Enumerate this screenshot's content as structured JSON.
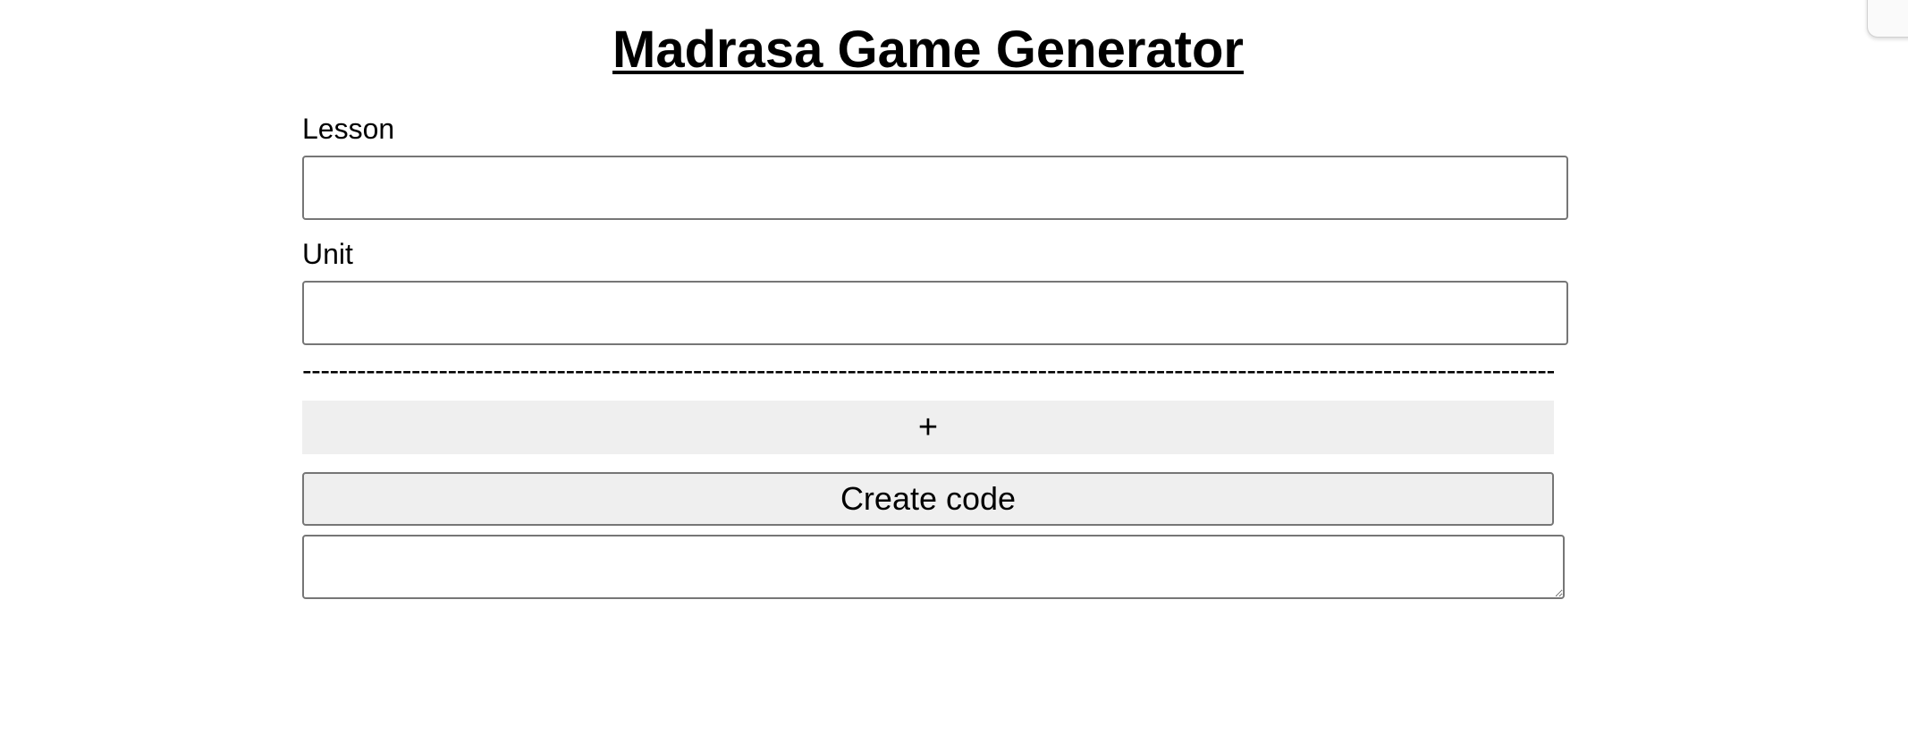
{
  "header": {
    "title": "Madrasa Game Generator"
  },
  "form": {
    "lesson_label": "Lesson",
    "lesson_value": "",
    "unit_label": "Unit",
    "unit_value": "",
    "divider": "--------------------------------------------------------------------------------------------------------------------------------------------",
    "add_label": "+",
    "create_label": "Create code",
    "output_value": ""
  }
}
